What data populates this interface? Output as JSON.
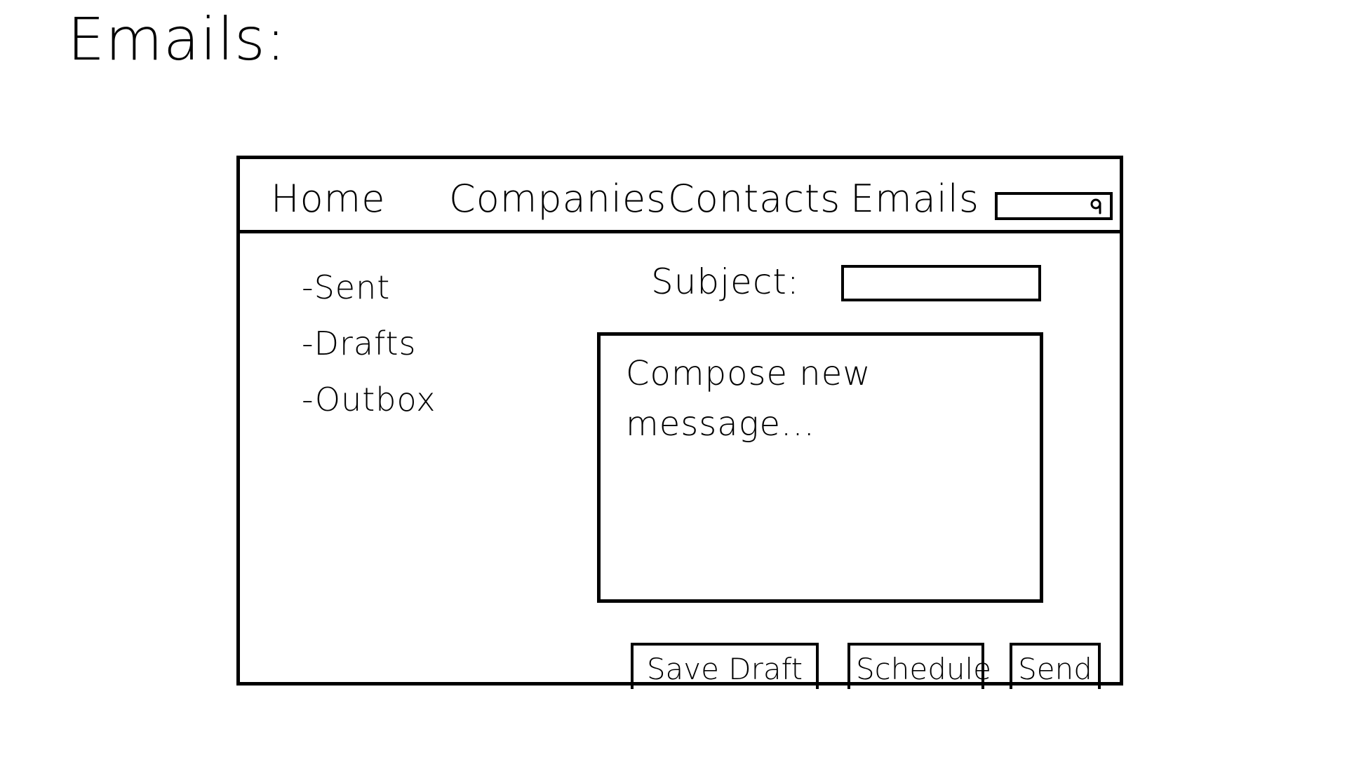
{
  "page": {
    "title": "Emails:"
  },
  "nav": {
    "items": [
      {
        "label": "Home"
      },
      {
        "label": "Companies"
      },
      {
        "label": "Contacts"
      },
      {
        "label": "Emails"
      }
    ],
    "search": {
      "icon": "search-icon"
    }
  },
  "sidebar": {
    "folders": [
      {
        "label": "-Sent"
      },
      {
        "label": "-Drafts"
      },
      {
        "label": "-Outbox"
      }
    ]
  },
  "compose": {
    "subject_label": "Subject:",
    "subject_value": "",
    "body_placeholder": "Compose new message..."
  },
  "actions": {
    "save_draft": "Save Draft",
    "schedule": "Schedule",
    "send": "Send"
  },
  "colors": {
    "ink": "#000000",
    "paper": "#ffffff"
  }
}
